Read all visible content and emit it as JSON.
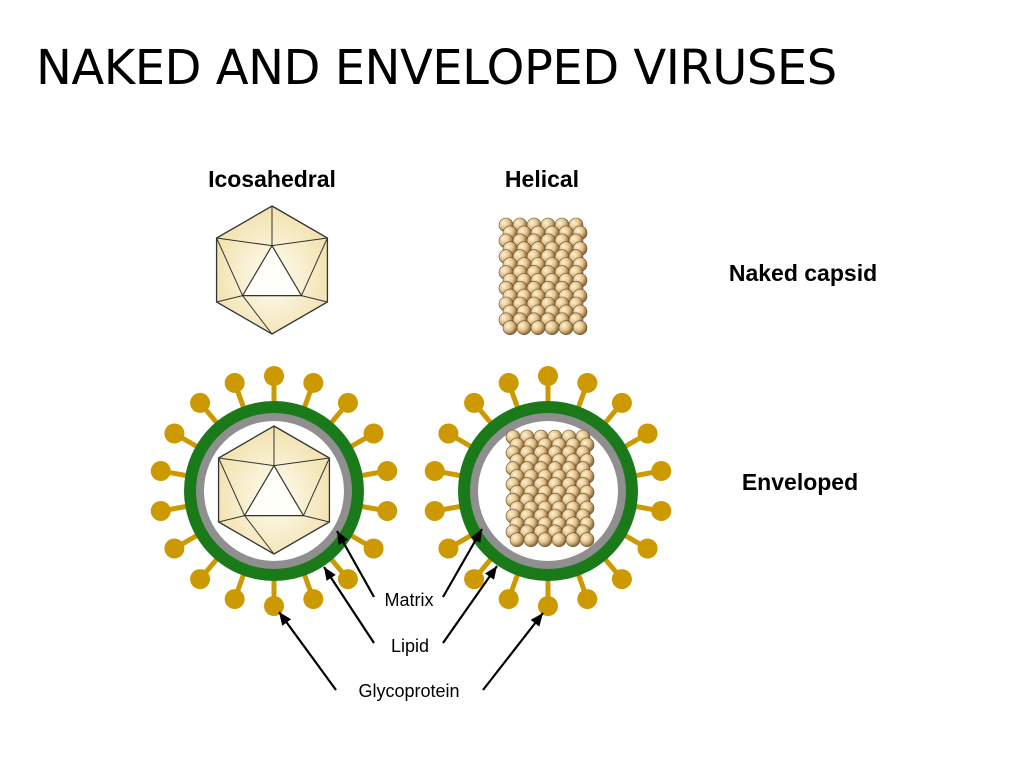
{
  "title": "NAKED AND ENVELOPED VIRUSES",
  "columns": {
    "icosahedral": "Icosahedral",
    "helical": "Helical"
  },
  "rows": {
    "naked": "Naked capsid",
    "enveloped": "Enveloped"
  },
  "callouts": {
    "matrix": "Matrix",
    "lipid": "Lipid",
    "glycoprotein": "Glycoprotein"
  },
  "colors": {
    "capsid_fill": "#f5e6b8",
    "capsid_stroke": "#333333",
    "subunit_fill": "#e2c28c",
    "lipid_green": "#1a7a1a",
    "matrix_gray": "#8f8f8f",
    "glycoprotein": "#cc9900"
  }
}
